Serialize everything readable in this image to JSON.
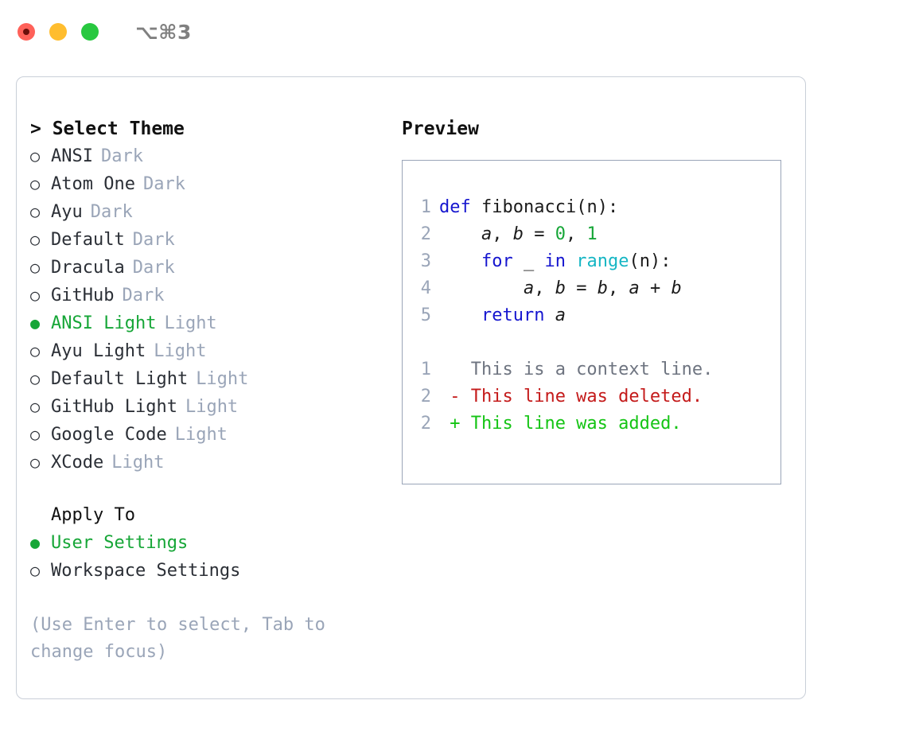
{
  "titlebar": {
    "shortcut": "⌥⌘3",
    "buttons": [
      {
        "name": "close-button",
        "color": "#ff6159"
      },
      {
        "name": "minimize-button",
        "color": "#ffbd2e"
      },
      {
        "name": "maximize-button",
        "color": "#28c840"
      }
    ]
  },
  "theme_panel": {
    "heading": "> Select Theme",
    "caret": ">",
    "radio_selected_glyph": "●",
    "radio_unselected_glyph": "○",
    "accent_color": "#16a637",
    "badge_color": "#9aa5b8",
    "items": [
      {
        "name": "ANSI",
        "badge": "Dark",
        "selected": false
      },
      {
        "name": "Atom One",
        "badge": "Dark",
        "selected": false
      },
      {
        "name": "Ayu",
        "badge": "Dark",
        "selected": false
      },
      {
        "name": "Default",
        "badge": "Dark",
        "selected": false
      },
      {
        "name": "Dracula",
        "badge": "Dark",
        "selected": false
      },
      {
        "name": "GitHub",
        "badge": "Dark",
        "selected": false
      },
      {
        "name": "ANSI Light",
        "badge": "Light",
        "selected": true
      },
      {
        "name": "Ayu Light",
        "badge": "Light",
        "selected": false
      },
      {
        "name": "Default Light",
        "badge": "Light",
        "selected": false
      },
      {
        "name": "GitHub Light",
        "badge": "Light",
        "selected": false
      },
      {
        "name": "Google Code",
        "badge": "Light",
        "selected": false
      },
      {
        "name": "XCode",
        "badge": "Light",
        "selected": false
      }
    ]
  },
  "apply_to": {
    "heading": "Apply To",
    "options": [
      {
        "name": "User Settings",
        "selected": true
      },
      {
        "name": "Workspace Settings",
        "selected": false
      }
    ]
  },
  "hint": "(Use Enter to select, Tab to change focus)",
  "preview": {
    "title": "Preview",
    "code_lines": [
      {
        "no": "1",
        "tokens": [
          {
            "t": "def",
            "c": "kw"
          },
          {
            "t": " fibonacci",
            "c": "plain"
          },
          {
            "t": "(n):",
            "c": "plain"
          }
        ]
      },
      {
        "no": "2",
        "tokens": [
          {
            "t": "    ",
            "c": "plain"
          },
          {
            "t": "a",
            "c": "id"
          },
          {
            "t": ", ",
            "c": "plain"
          },
          {
            "t": "b",
            "c": "id"
          },
          {
            "t": " = ",
            "c": "plain"
          },
          {
            "t": "0",
            "c": "num"
          },
          {
            "t": ", ",
            "c": "plain"
          },
          {
            "t": "1",
            "c": "num"
          }
        ]
      },
      {
        "no": "3",
        "tokens": [
          {
            "t": "    ",
            "c": "plain"
          },
          {
            "t": "for",
            "c": "kw"
          },
          {
            "t": " _ ",
            "c": "plain"
          },
          {
            "t": "in",
            "c": "kw"
          },
          {
            "t": " ",
            "c": "plain"
          },
          {
            "t": "range",
            "c": "fn"
          },
          {
            "t": "(n):",
            "c": "plain"
          }
        ]
      },
      {
        "no": "4",
        "tokens": [
          {
            "t": "        ",
            "c": "plain"
          },
          {
            "t": "a",
            "c": "id"
          },
          {
            "t": ", ",
            "c": "plain"
          },
          {
            "t": "b",
            "c": "id"
          },
          {
            "t": " = ",
            "c": "plain"
          },
          {
            "t": "b",
            "c": "id"
          },
          {
            "t": ", ",
            "c": "plain"
          },
          {
            "t": "a",
            "c": "id"
          },
          {
            "t": " + ",
            "c": "plain"
          },
          {
            "t": "b",
            "c": "id"
          }
        ]
      },
      {
        "no": "5",
        "tokens": [
          {
            "t": "    ",
            "c": "plain"
          },
          {
            "t": "return",
            "c": "kw"
          },
          {
            "t": " ",
            "c": "plain"
          },
          {
            "t": "a",
            "c": "id"
          }
        ]
      }
    ],
    "diff_lines": [
      {
        "no": "1",
        "marker": "  ",
        "text": "This is a context line.",
        "kind": "diff-ctx"
      },
      {
        "no": "2",
        "marker": "- ",
        "text": "This line was deleted.",
        "kind": "diff-del"
      },
      {
        "no": "2",
        "marker": "+ ",
        "text": "This line was added.",
        "kind": "diff-add"
      }
    ]
  }
}
